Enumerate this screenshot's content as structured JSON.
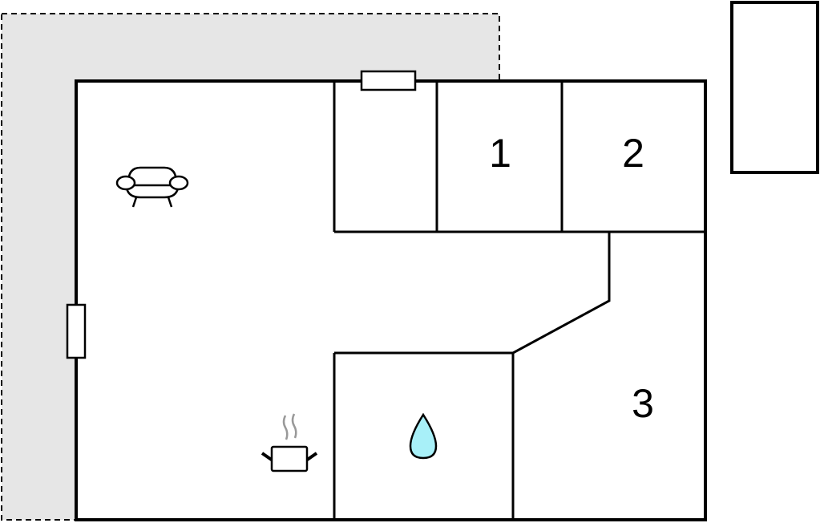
{
  "plan": {
    "rooms": [
      {
        "id": "room-1",
        "label": "1"
      },
      {
        "id": "room-2",
        "label": "2"
      },
      {
        "id": "room-3",
        "label": "3"
      }
    ],
    "icons": [
      "sofa-icon",
      "cooking-pot-icon",
      "water-drop-icon",
      "window-icon"
    ],
    "colors": {
      "wall": "#000000",
      "terrace": "#e6e6e6",
      "water": "#a8f0f8",
      "steam": "#999999"
    }
  }
}
